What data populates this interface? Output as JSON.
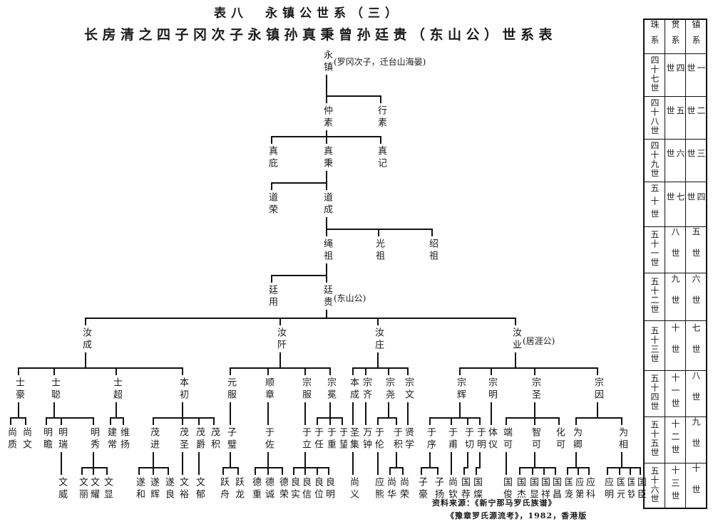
{
  "title": "表八　永镇公世系（三）",
  "subtitle": "长房清之四子冈次子永镇孙真秉曾孙廷贵（东山公）世系表",
  "tree": {
    "nodes": [
      {
        "name": "永镇",
        "parent": -1,
        "note": "(罗冈次子，迁台山海晏)"
      },
      {
        "name": "仲素",
        "parent": 0
      },
      {
        "name": "行素",
        "parent": 0
      },
      {
        "name": "真庇",
        "parent": 1
      },
      {
        "name": "真秉",
        "parent": 1
      },
      {
        "name": "真记",
        "parent": 1
      },
      {
        "name": "道荣",
        "parent": 4
      },
      {
        "name": "道成",
        "parent": 4
      },
      {
        "name": "绳祖",
        "parent": 7
      },
      {
        "name": "光祖",
        "parent": 7
      },
      {
        "name": "绍祖",
        "parent": 7
      },
      {
        "name": "廷用",
        "parent": 8
      },
      {
        "name": "廷贵",
        "parent": 8,
        "note": "(东山公)"
      },
      {
        "name": "汝成",
        "parent": 12
      },
      {
        "name": "汝阡",
        "parent": 12
      },
      {
        "name": "汝庄",
        "parent": 12
      },
      {
        "name": "汝业",
        "parent": 12,
        "note": "(居涯公)"
      },
      {
        "name": "士豪",
        "parent": 13
      },
      {
        "name": "士聪",
        "parent": 13
      },
      {
        "name": "士超",
        "parent": 13
      },
      {
        "name": "本初",
        "parent": 13
      },
      {
        "name": "元服",
        "parent": 14
      },
      {
        "name": "顺章",
        "parent": 14
      },
      {
        "name": "宗服",
        "parent": 14
      },
      {
        "name": "宗冕",
        "parent": 14
      },
      {
        "name": "本成",
        "parent": 15
      },
      {
        "name": "宗齐",
        "parent": 15
      },
      {
        "name": "宗尧",
        "parent": 15
      },
      {
        "name": "宗文",
        "parent": 15
      },
      {
        "name": "宗辉",
        "parent": 16
      },
      {
        "name": "宗明",
        "parent": 16
      },
      {
        "name": "宗圣",
        "parent": 16
      },
      {
        "name": "宗因",
        "parent": 16
      },
      {
        "name": "尚质",
        "parent": 17
      },
      {
        "name": "尚文",
        "parent": 17
      },
      {
        "name": "明瞻",
        "parent": 18
      },
      {
        "name": "明瑞",
        "parent": 18
      },
      {
        "name": "明秀",
        "parent": 18
      },
      {
        "name": "建常",
        "parent": 19
      },
      {
        "name": "维扬",
        "parent": 19
      },
      {
        "name": "茂进",
        "parent": 20
      },
      {
        "name": "茂圣",
        "parent": 20
      },
      {
        "name": "茂爵",
        "parent": 20
      },
      {
        "name": "茂积",
        "parent": 20
      },
      {
        "name": "子璧",
        "parent": 21
      },
      {
        "name": "于佐",
        "parent": 22
      },
      {
        "name": "于立",
        "parent": 23
      },
      {
        "name": "于任",
        "parent": 24
      },
      {
        "name": "于重",
        "parent": 24
      },
      {
        "name": "于望",
        "parent": 24
      },
      {
        "name": "圣集",
        "parent": 25
      },
      {
        "name": "万钟",
        "parent": 26
      },
      {
        "name": "于伦",
        "parent": 27
      },
      {
        "name": "于积",
        "parent": 27
      },
      {
        "name": "贤学",
        "parent": 28
      },
      {
        "name": "于序",
        "parent": 29
      },
      {
        "name": "于甫",
        "parent": 29
      },
      {
        "name": "于切",
        "parent": 29
      },
      {
        "name": "于明",
        "parent": 29
      },
      {
        "name": "体仪",
        "parent": 30
      },
      {
        "name": "端可",
        "parent": 31
      },
      {
        "name": "智可",
        "parent": 31
      },
      {
        "name": "化可",
        "parent": 31
      },
      {
        "name": "为卿",
        "parent": 32
      },
      {
        "name": "为相",
        "parent": 32
      },
      {
        "name": "文威",
        "parent": 36
      },
      {
        "name": "文丽",
        "parent": 37
      },
      {
        "name": "文耀",
        "parent": 37
      },
      {
        "name": "文显",
        "parent": 37
      },
      {
        "name": "遂和",
        "parent": 40
      },
      {
        "name": "遂辉",
        "parent": 40
      },
      {
        "name": "遂良",
        "parent": 40
      },
      {
        "name": "文裕",
        "parent": 41
      },
      {
        "name": "文郁",
        "parent": 42
      },
      {
        "name": "跃舟",
        "parent": 44
      },
      {
        "name": "跃龙",
        "parent": 44
      },
      {
        "name": "德重",
        "parent": 45
      },
      {
        "name": "德诚",
        "parent": 45
      },
      {
        "name": "德荣",
        "parent": 45
      },
      {
        "name": "良实",
        "parent": 46
      },
      {
        "name": "良信",
        "parent": 46
      },
      {
        "name": "良位",
        "parent": 46
      },
      {
        "name": "良明",
        "parent": 46
      },
      {
        "name": "尚义",
        "parent": 50
      },
      {
        "name": "应熊",
        "parent": 52
      },
      {
        "name": "尚华",
        "parent": 53
      },
      {
        "name": "尚荣",
        "parent": 53
      },
      {
        "name": "子豪",
        "parent": 55
      },
      {
        "name": "子扬",
        "parent": 55
      },
      {
        "name": "尚钦",
        "parent": 56
      },
      {
        "name": "国荐",
        "parent": 57
      },
      {
        "name": "国燦",
        "parent": 58
      },
      {
        "name": "国俊",
        "parent": 60
      },
      {
        "name": "国杰",
        "parent": 61
      },
      {
        "name": "国显",
        "parent": 61
      },
      {
        "name": "国祥",
        "parent": 61
      },
      {
        "name": "国昌",
        "parent": 61
      },
      {
        "name": "国宠",
        "parent": 63
      },
      {
        "name": "应第",
        "parent": 63
      },
      {
        "name": "应科",
        "parent": 63
      },
      {
        "name": "应明",
        "parent": 64
      },
      {
        "name": "国元",
        "parent": 64
      },
      {
        "name": "国钦",
        "parent": 64
      },
      {
        "name": "国臣",
        "parent": 64
      }
    ]
  },
  "source": {
    "line1": "资料来源：《新宁那马罗氏族谱》",
    "line2": "《豫章罗氏源流考》，1982，香港版"
  },
  "generation_table": {
    "headers": [
      "珠系",
      "贯系",
      "镇系"
    ],
    "rows": [
      [
        "四十七世",
        "四世",
        "一世"
      ],
      [
        "四十八世",
        "五世",
        "二世"
      ],
      [
        "四十九世",
        "六世",
        "三世"
      ],
      [
        "五十世",
        "七世",
        "四世"
      ],
      [
        "五十一世",
        "八世",
        "五世"
      ],
      [
        "五十二世",
        "九世",
        "六世"
      ],
      [
        "五十三世",
        "十世",
        "七世"
      ],
      [
        "五十四世",
        "十一世",
        "八世"
      ],
      [
        "五十五世",
        "十二世",
        "九世"
      ],
      [
        "五十六世",
        "十三世",
        "十世"
      ]
    ]
  }
}
